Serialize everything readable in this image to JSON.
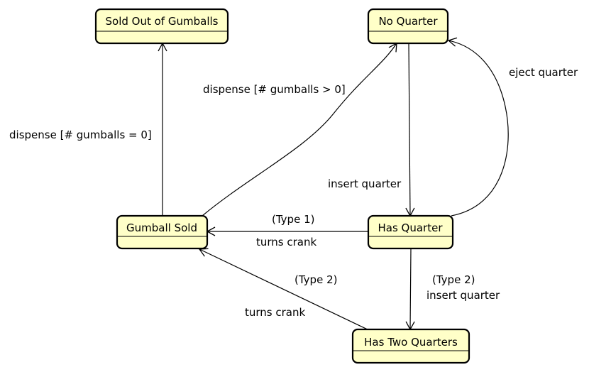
{
  "diagram": {
    "colors": {
      "state_fill": "#ffffc8",
      "state_stroke": "#000000",
      "edge": "#000000"
    },
    "states": {
      "sold_out": "Sold Out of Gumballs",
      "no_quarter": "No Quarter",
      "gumball_sold": "Gumball Sold",
      "has_quarter": "Has Quarter",
      "has_two_quarters": "Has Two Quarters"
    },
    "transitions": {
      "dispense_empty": "dispense [# gumballs = 0]",
      "dispense_more": "dispense [# gumballs > 0]",
      "insert_quarter": "insert quarter",
      "eject_quarter": "eject quarter",
      "type1_guard": "(Type 1)",
      "type1_turn": "turns crank",
      "type2_insert_guard": "(Type 2)",
      "type2_insert": "insert quarter",
      "type2_turn_guard": "(Type 2)",
      "type2_turn": "turns crank"
    }
  }
}
